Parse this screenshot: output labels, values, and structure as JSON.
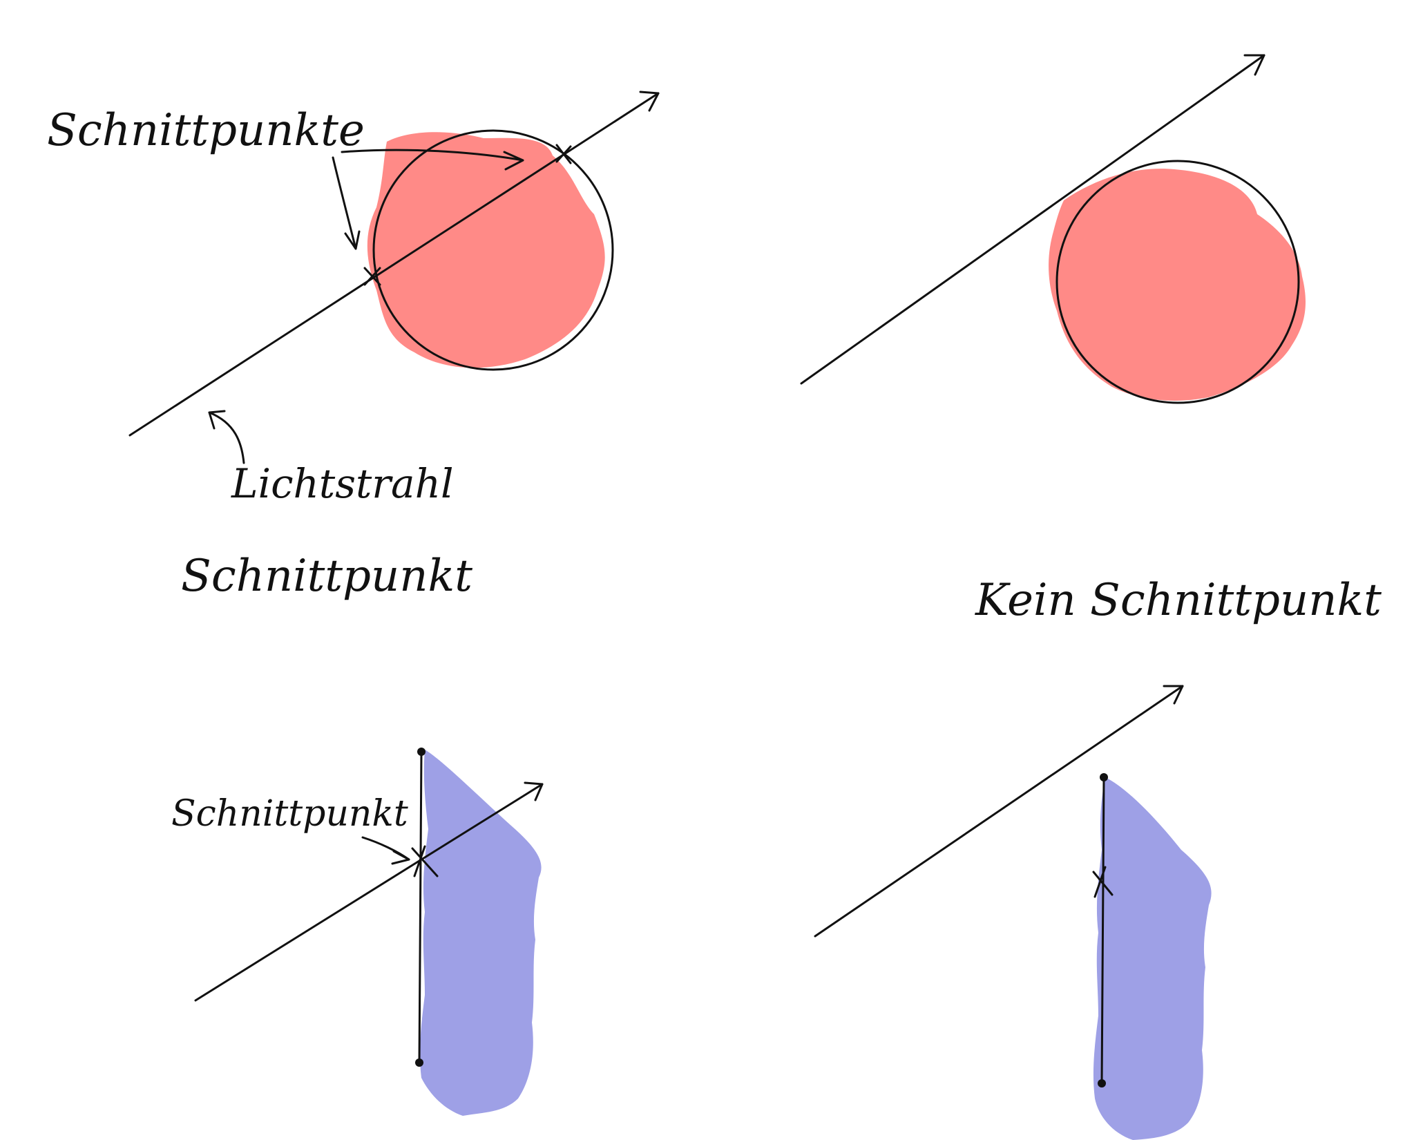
{
  "colors": {
    "ink": "#111111",
    "sphere_fill": "#ff8a87",
    "segment_fill": "#9ea0e6",
    "background": "#ffffff"
  },
  "labels": {
    "schnittpunkte": "Schnittpunkte",
    "lichtstrahl": "Lichtstrahl",
    "schnittpunkt_top": "Schnittpunkt",
    "kein_schnittpunkt": "Kein Schnittpunkt",
    "schnittpunkt_bottom": "Schnittpunkt"
  },
  "icons": {
    "intersection_marker": "cross-icon",
    "endpoint_marker": "dot-icon",
    "ray_head": "arrowhead-icon"
  }
}
